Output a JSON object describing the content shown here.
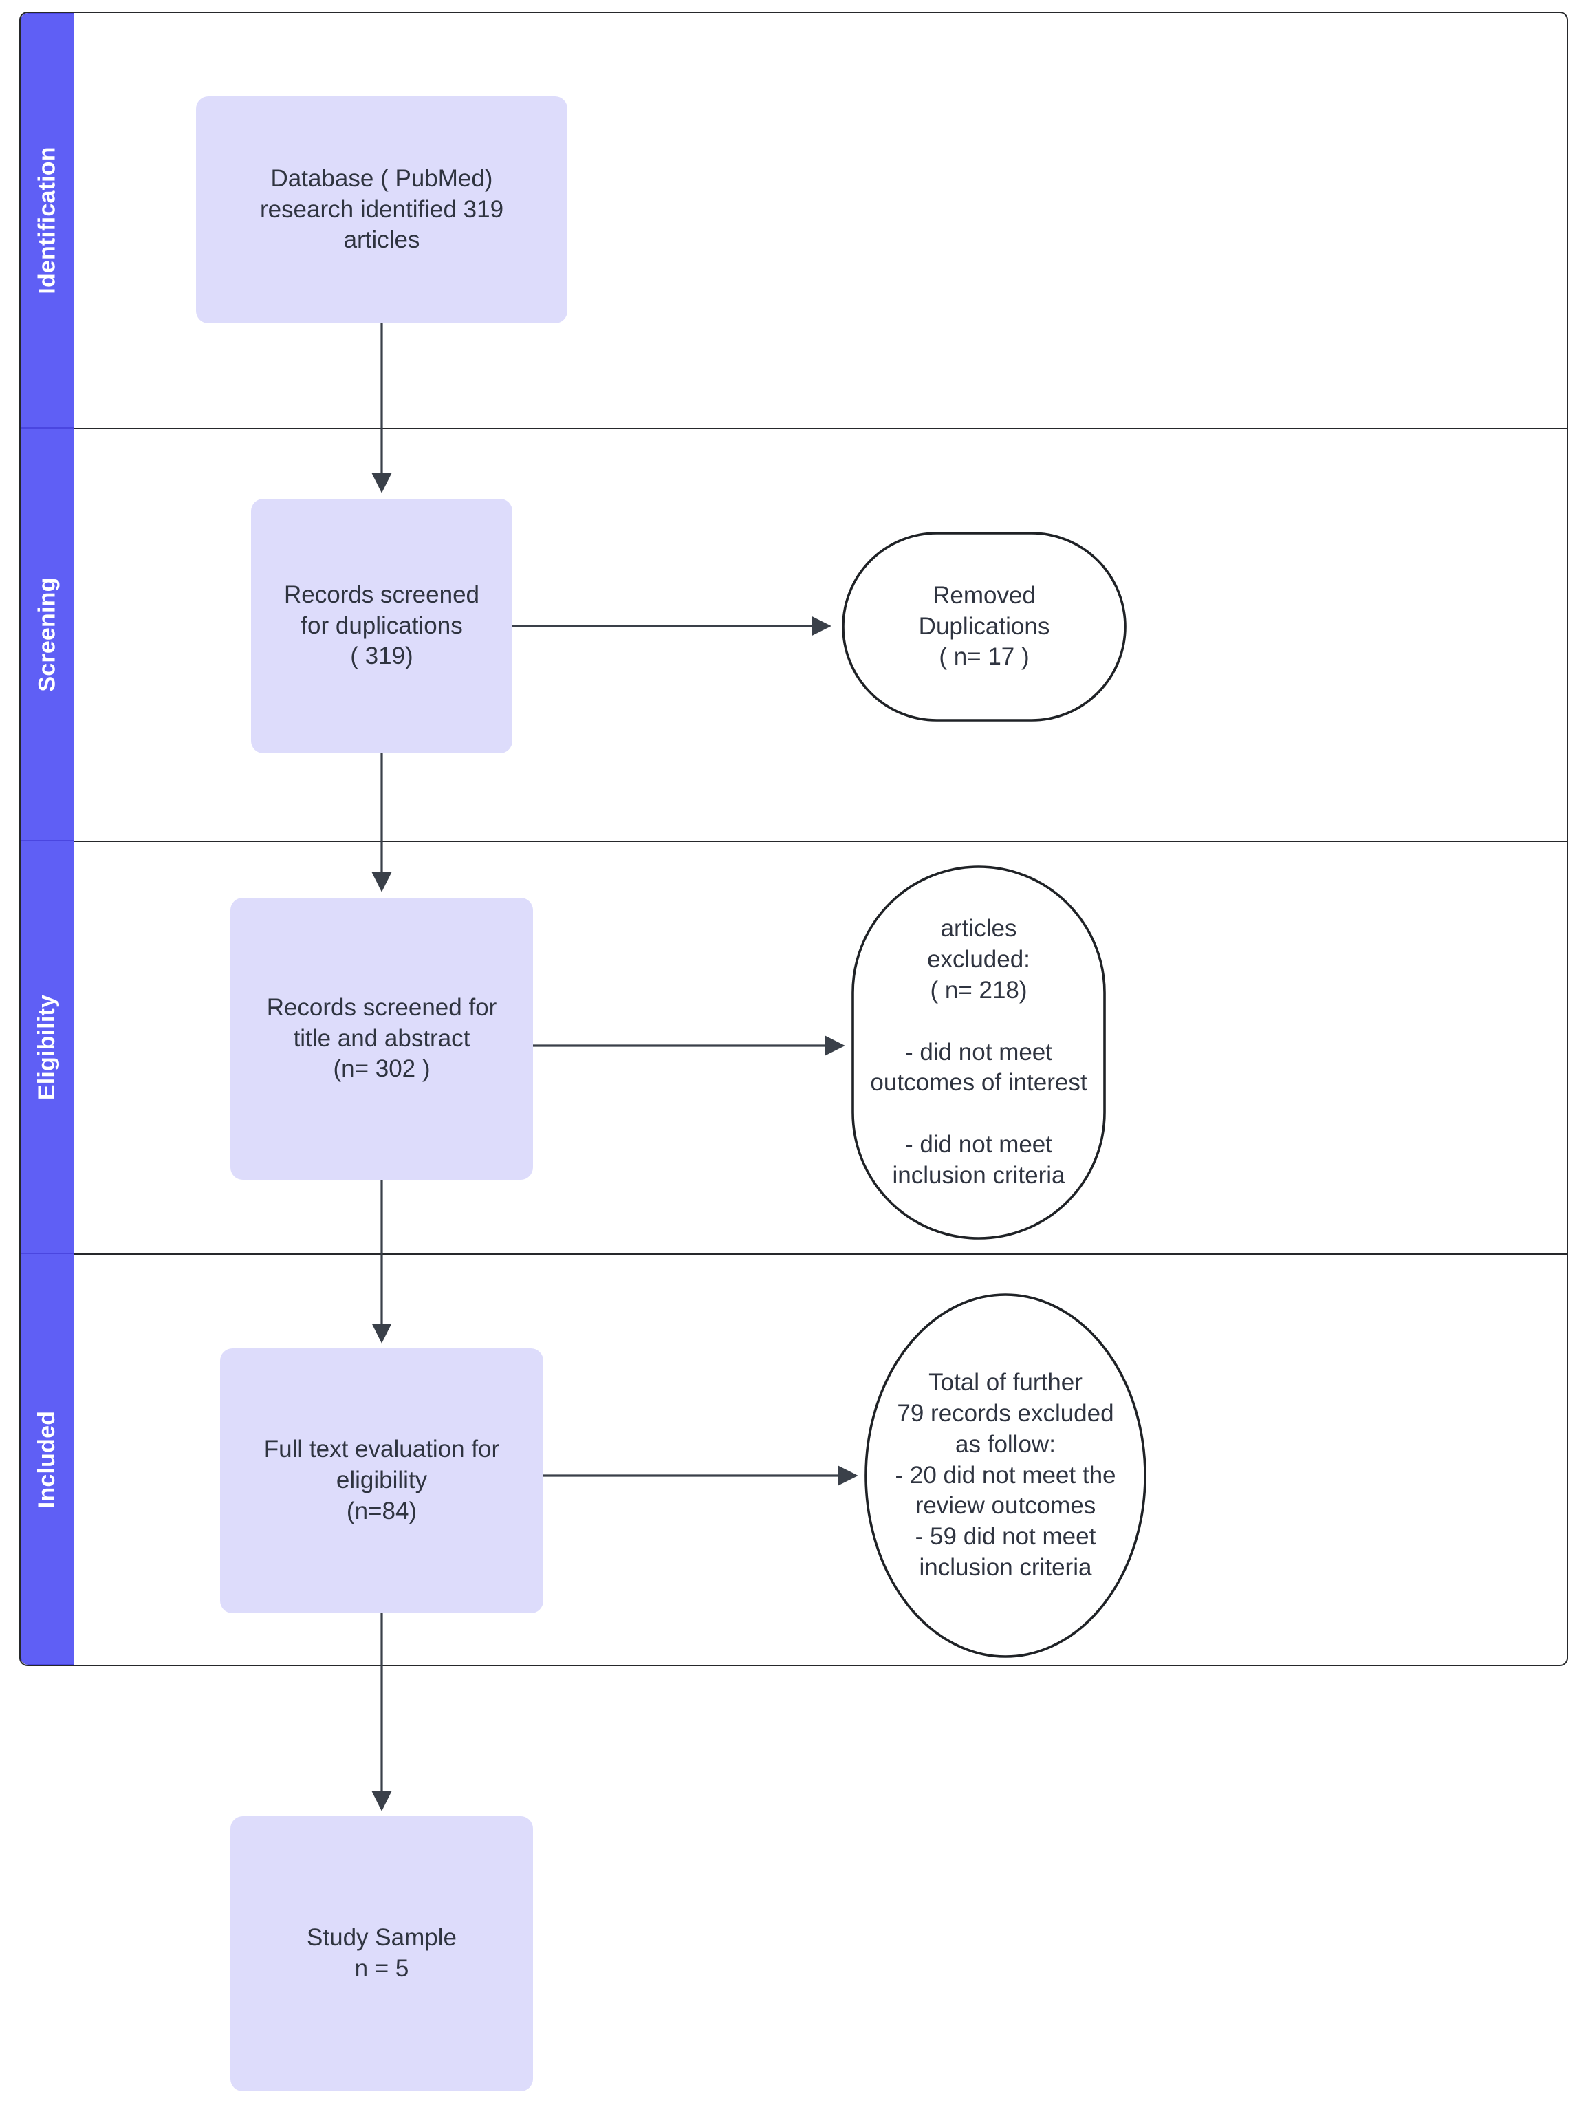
{
  "diagram": {
    "type": "prisma-flow-diagram",
    "background_color": "#ffffff",
    "lane_band_color": "#5f5ff5",
    "node_fill_color": "#dddcfb",
    "ellipse_stroke_color": "#26282b",
    "text_color": "#2f3440"
  },
  "lanes": [
    {
      "label": "Identification"
    },
    {
      "label": "Screening"
    },
    {
      "label": "Eligibility"
    },
    {
      "label": "Included"
    }
  ],
  "nodes": [
    {
      "id": "database",
      "shape": "rounded-rect",
      "text": "Database ( PubMed)\nresearch identified  319\narticles",
      "count": 319
    },
    {
      "id": "records-duplications",
      "shape": "rounded-rect",
      "text": "Records screened\nfor duplications\n( 319)",
      "count": 319
    },
    {
      "id": "removed-duplications",
      "shape": "ellipse",
      "text": "Removed\nDuplications\n( n= 17  )",
      "count": 17
    },
    {
      "id": "records-title-abstract",
      "shape": "rounded-rect",
      "text": "Records screened for\ntitle and abstract\n(n= 302 )",
      "count": 302
    },
    {
      "id": "articles-excluded",
      "shape": "ellipse",
      "text": "articles\nexcluded:\n( n= 218)\n\n- did not meet\noutcomes of interest\n\n- did not meet\ninclusion criteria",
      "count": 218
    },
    {
      "id": "full-text-evaluation",
      "shape": "rounded-rect",
      "text": "Full text evaluation for\neligibility\n(n=84)",
      "count": 84
    },
    {
      "id": "further-excluded",
      "shape": "ellipse",
      "text": "Total of further\n79 records excluded\nas follow:\n- 20 did not meet the\nreview outcomes\n- 59 did not meet\ninclusion criteria",
      "count": 79
    },
    {
      "id": "study-sample",
      "shape": "rounded-rect",
      "text": "Study Sample\nn = 5",
      "count": 5
    }
  ],
  "edges": [
    {
      "from": "database",
      "to": "records-duplications",
      "direction": "down"
    },
    {
      "from": "records-duplications",
      "to": "removed-duplications",
      "direction": "right"
    },
    {
      "from": "records-duplications",
      "to": "records-title-abstract",
      "direction": "down"
    },
    {
      "from": "records-title-abstract",
      "to": "articles-excluded",
      "direction": "right"
    },
    {
      "from": "records-title-abstract",
      "to": "full-text-evaluation",
      "direction": "down"
    },
    {
      "from": "full-text-evaluation",
      "to": "further-excluded",
      "direction": "right"
    },
    {
      "from": "full-text-evaluation",
      "to": "study-sample",
      "direction": "down"
    }
  ]
}
